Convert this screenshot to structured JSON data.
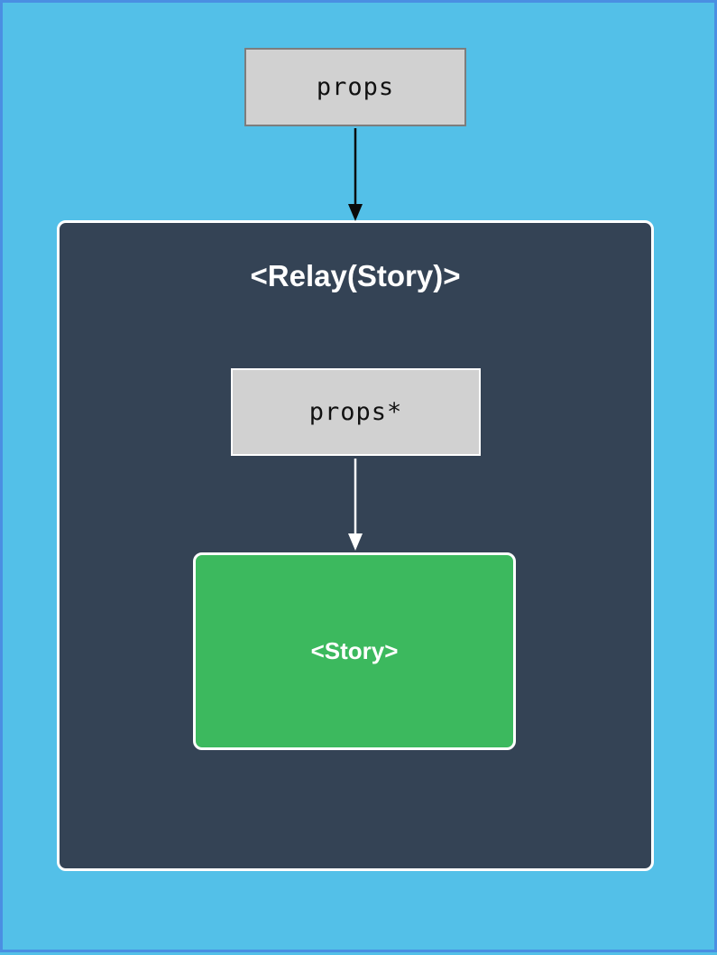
{
  "page": {
    "background": "#53c0e8",
    "border_color": "#4a8fe2"
  },
  "diagram": {
    "top_box": {
      "label": "props"
    },
    "container": {
      "title": "<Relay(Story)>"
    },
    "inner_box": {
      "label": "props*"
    },
    "story_box": {
      "label": "<Story>"
    }
  },
  "colors": {
    "page_bg": "#53c0e8",
    "page_border": "#4a8fe2",
    "container_bg": "#344355",
    "container_border": "#ffffff",
    "props_box_bg": "#d1d1d1",
    "props_box_border": "#7d7d7d",
    "inner_box_border": "#ffffff",
    "story_bg": "#3cb95e",
    "arrow_dark": "#0a0a0a",
    "arrow_light": "#ffffff",
    "text_dark": "#111111",
    "text_light": "#ffffff"
  },
  "icons": {
    "arrow_down_dark": "black downward arrow from props into Relay container",
    "arrow_down_light": "white downward arrow from props* into Story"
  }
}
